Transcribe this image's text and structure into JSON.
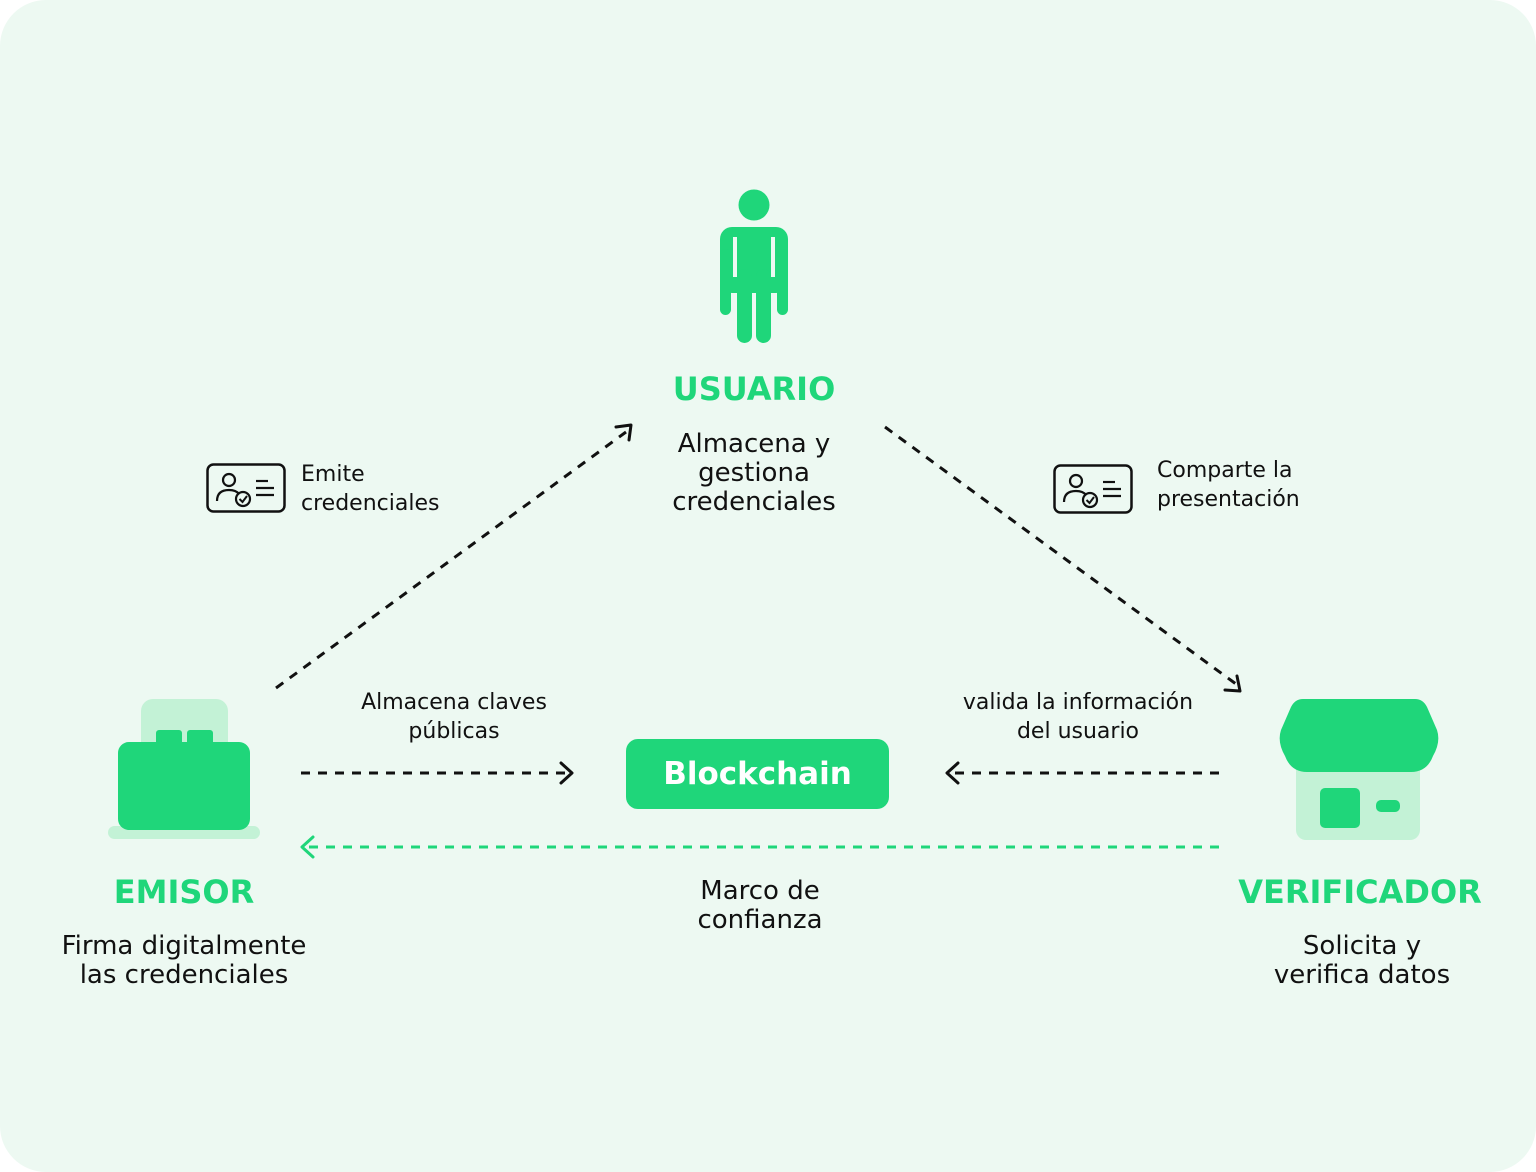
{
  "colors": {
    "background": "#edf9f2",
    "accent": "#1fd67a",
    "accent_light": "#c3f2d6",
    "text": "#111111"
  },
  "usuario": {
    "title": "USUARIO",
    "desc": [
      "Almacena y",
      "gestiona",
      "credenciales"
    ],
    "icon": "person-icon"
  },
  "emisor": {
    "title": "EMISOR",
    "desc": [
      "Firma digitalmente",
      "las credenciales"
    ],
    "icon": "building-icon"
  },
  "verificador": {
    "title": "VERIFICADOR",
    "desc": [
      "Solicita y",
      "verifica datos"
    ],
    "icon": "store-icon"
  },
  "blockchain": {
    "label": "Blockchain"
  },
  "arrows": {
    "emite": [
      "Emite",
      "credenciales"
    ],
    "comparte": [
      "Comparte la",
      "presentación"
    ],
    "almacena_claves": [
      "Almacena claves",
      "públicas"
    ],
    "valida": [
      "valida la información",
      "del usuario"
    ],
    "marco": [
      "Marco de",
      "confianza"
    ]
  },
  "credential_icon": "id-card-check-icon"
}
